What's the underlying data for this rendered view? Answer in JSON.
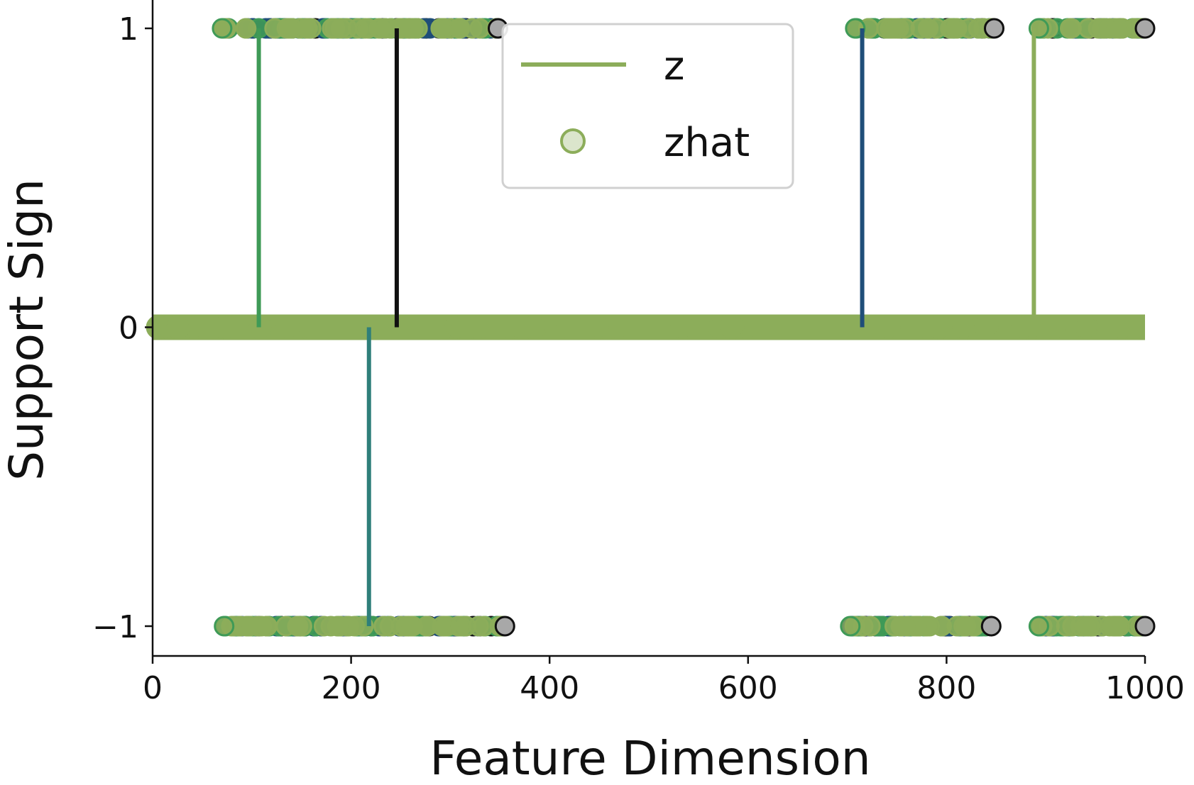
{
  "chart_data": {
    "type": "scatter",
    "title": "",
    "xlabel": "Feature Dimension",
    "ylabel": "Support Sign",
    "xlim": [
      0,
      1000
    ],
    "ylim": [
      -1.1,
      1.1
    ],
    "x_ticks": [
      0,
      200,
      400,
      600,
      800,
      1000
    ],
    "x_tick_labels": [
      "0",
      "200",
      "400",
      "600",
      "800",
      "1000"
    ],
    "y_ticks": [
      -1,
      0,
      1
    ],
    "y_tick_labels": [
      "−1",
      "0",
      "1"
    ],
    "grid": false,
    "legend": {
      "placement": "top-center",
      "entries": [
        {
          "label": "z",
          "marker": "line",
          "color": "#8cad5a"
        },
        {
          "label": "zhat",
          "marker": "circle",
          "color": "#8cad5a",
          "fill": "#dbe5cc"
        }
      ]
    },
    "palette": [
      "#111111",
      "#1f4e79",
      "#2f7f7a",
      "#3f9a57",
      "#8cad5a",
      "#a8a8a8"
    ],
    "series": [
      {
        "name": "z",
        "kind": "stem",
        "baseline": 0,
        "stems": [
          {
            "x": 107,
            "y": 1,
            "color": "#3f9a57"
          },
          {
            "x": 246,
            "y": 1,
            "color": "#111111"
          },
          {
            "x": 218,
            "y": -1,
            "color": "#2f7f7a"
          },
          {
            "x": 715,
            "y": 1,
            "color": "#1f4e79"
          },
          {
            "x": 888,
            "y": 1,
            "color": "#8cad5a"
          }
        ]
      },
      {
        "name": "zhat",
        "kind": "points",
        "clusters": [
          {
            "y": 1,
            "x_range": [
              70,
              348
            ]
          },
          {
            "y": 1,
            "x_range": [
              708,
              848
            ]
          },
          {
            "y": 1,
            "x_range": [
              893,
              1000
            ]
          },
          {
            "y": 0,
            "x_range": [
              0,
              1000
            ]
          },
          {
            "y": -1,
            "x_range": [
              72,
              355
            ]
          },
          {
            "y": -1,
            "x_range": [
              703,
              845
            ]
          },
          {
            "y": -1,
            "x_range": [
              893,
              1000
            ]
          }
        ]
      }
    ]
  }
}
